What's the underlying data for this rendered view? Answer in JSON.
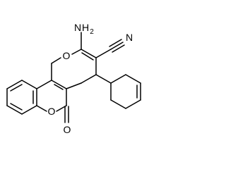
{
  "atoms": {
    "amino_n": "N",
    "amino_h": "H",
    "amino_sub": "2",
    "nitrile_n": "N",
    "pyran_o": "O",
    "lactone_o": "O",
    "carbonyl_o": "O"
  }
}
